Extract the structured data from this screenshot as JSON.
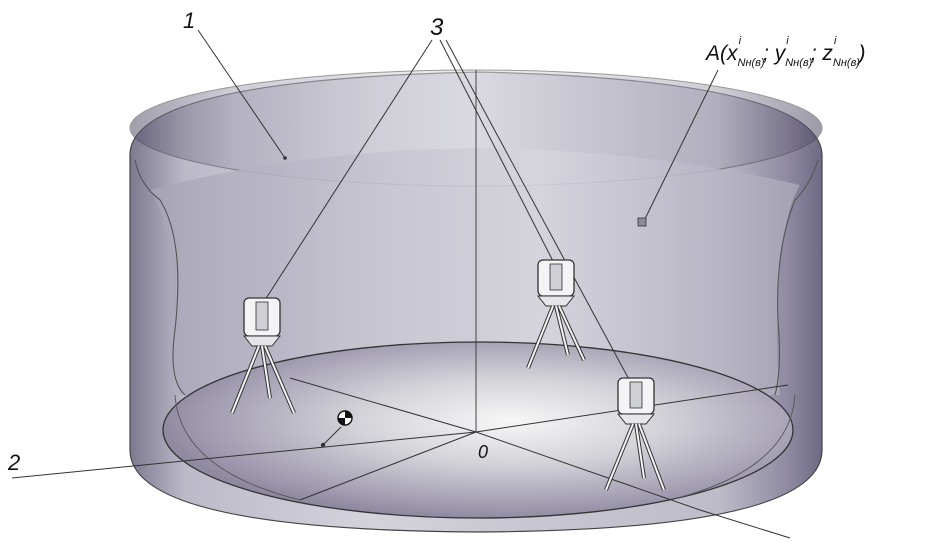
{
  "labels": {
    "callout_1": "1",
    "callout_2": "2",
    "callout_3": "3",
    "origin": "0"
  },
  "point_label": {
    "main": "A(x",
    "x_sub": "Nн(в)",
    "x_sup": "i",
    "sep1": "; y",
    "y_sub": "Nн(в)",
    "y_sup": "i",
    "sep2": "; z",
    "z_sub": "Nн(в)",
    "z_sup": "i",
    "close": ")"
  },
  "colors": {
    "tank_wall": "#b9b7c6",
    "tank_shadow": "#6e6a80",
    "floor_light": "#f2f2f2",
    "floor_dark": "#5a4f6e",
    "line": "#333333"
  },
  "icons": [
    "laser-scanner-icon",
    "target-sphere-icon"
  ]
}
